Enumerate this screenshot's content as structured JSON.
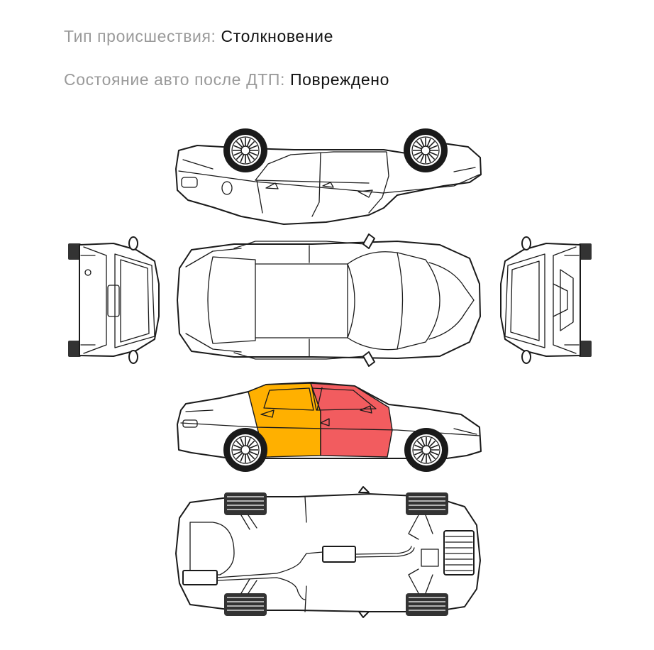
{
  "incident": {
    "type_label": "Тип происшествия:",
    "type_value": "Столкновение",
    "state_label": "Состояние авто после ДТП:",
    "state_value": "Повреждено"
  },
  "damage": {
    "front_door_left": {
      "severity": "medium",
      "color": "#FFB000"
    },
    "rear_door_left": {
      "severity": "high",
      "color": "#F25C5F"
    }
  },
  "views": [
    "side-right",
    "front",
    "top",
    "rear",
    "side-left",
    "underbody"
  ]
}
